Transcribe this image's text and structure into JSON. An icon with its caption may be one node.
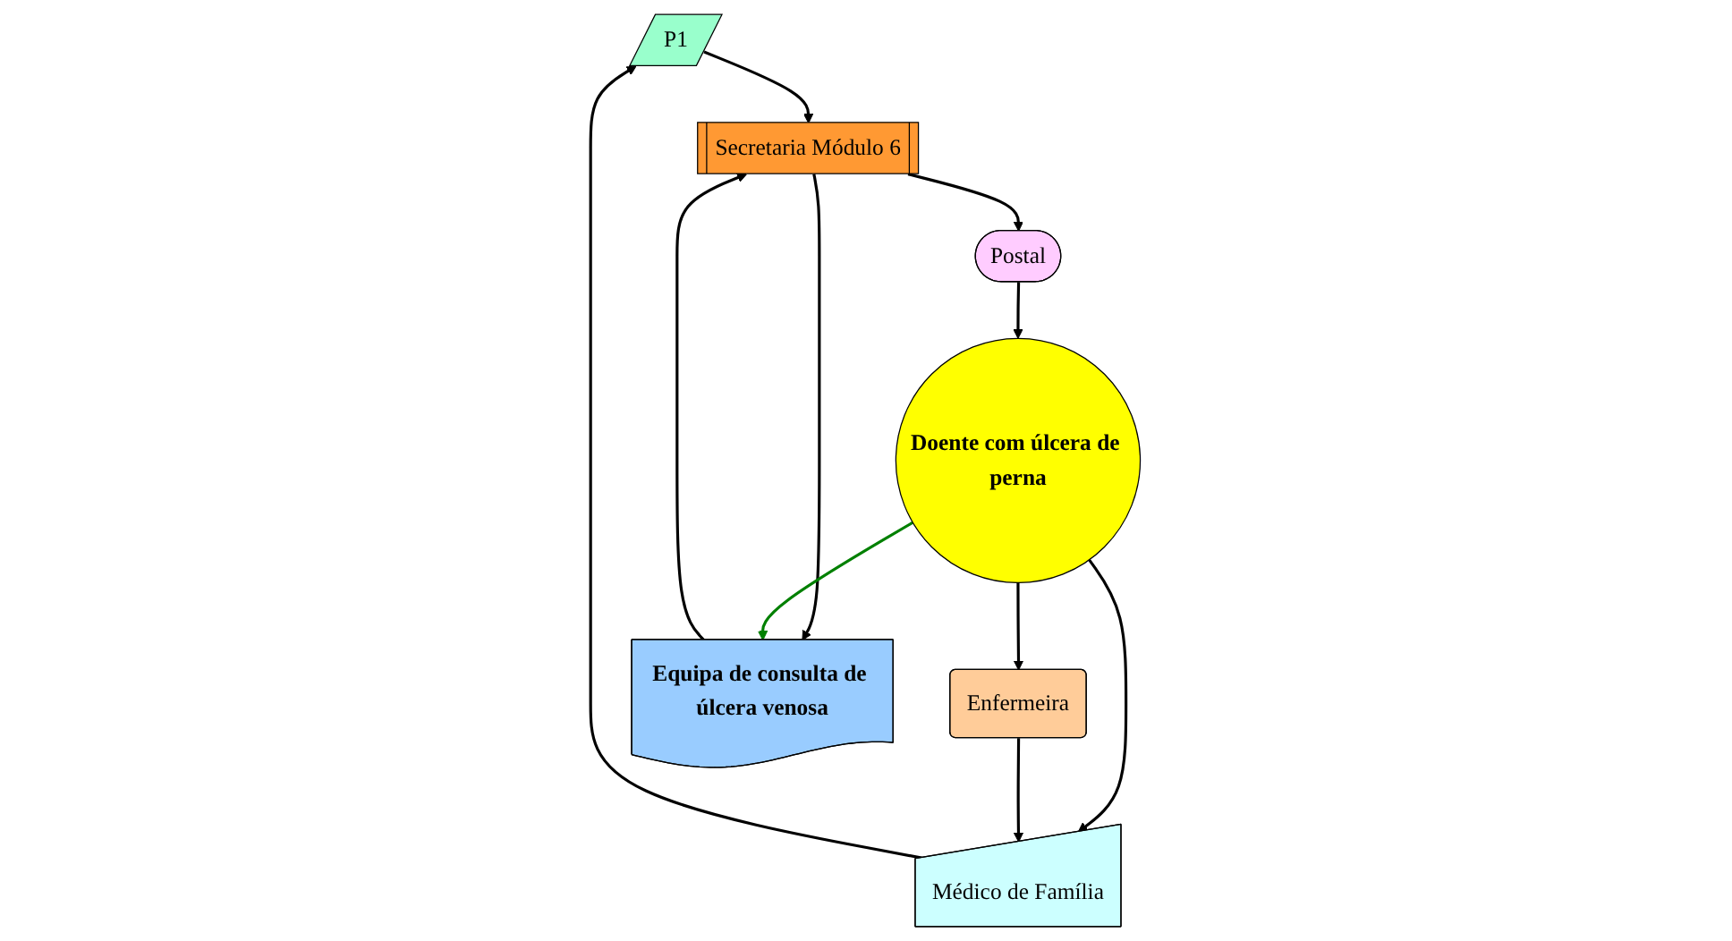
{
  "diagram": {
    "nodes": [
      {
        "text": [
          "P1"
        ]
      },
      {
        "text": [
          "Secretaria Módulo 6"
        ]
      },
      {
        "text": [
          "Médico de Família"
        ]
      },
      {
        "text": [
          "Postal"
        ]
      },
      {
        "text": [
          "Doente com úlcera de perna"
        ]
      },
      {
        "text": [
          "Enfermeira"
        ]
      },
      {
        "text": [
          "Equipa de consulta de úlcera venosa"
        ]
      }
    ],
    "edges": [
      {
        "from": 2,
        "to": 0,
        "arrow": "to"
      },
      {
        "from": 0,
        "to": 1,
        "arrow": "to"
      },
      {
        "from": 1,
        "to": 6,
        "arrow": "to"
      },
      {
        "from": 6,
        "to": 1,
        "arrow": "to"
      },
      {
        "from": 1,
        "to": 3,
        "arrow": "to"
      },
      {
        "from": 3,
        "to": 4,
        "arrow": "to"
      },
      {
        "from": 4,
        "to": 2,
        "arrow": "to"
      },
      {
        "from": 4,
        "to": 5,
        "arrow": "to"
      },
      {
        "from": 5,
        "to": 2,
        "arrow": "to"
      },
      {
        "from": 4,
        "to": 6,
        "arrow": "to",
        "color": "#008000"
      }
    ]
  }
}
